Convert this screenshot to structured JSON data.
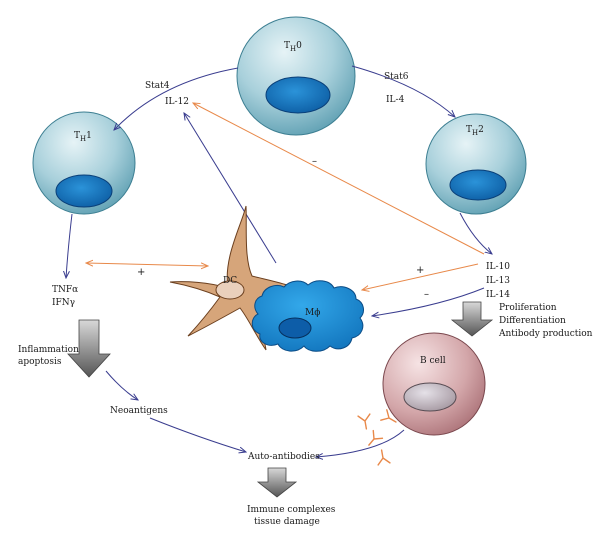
{
  "cells": {
    "th0": {
      "main": "T",
      "sub": "H",
      "suffix": "0"
    },
    "th1": {
      "main": "T",
      "sub": "H",
      "suffix": "1"
    },
    "th2": {
      "main": "T",
      "sub": "H",
      "suffix": "2"
    },
    "dc": "DC",
    "macrophage": "Mϕ",
    "bcell": "B cell"
  },
  "labels": {
    "stat4": "Stat4",
    "il12": "IL-12",
    "stat6": "Stat6",
    "il4": "IL-4",
    "tnf": "TNFα",
    "ifn": "IFNγ",
    "il10": "IL-10",
    "il13": "IL-13",
    "il14": "IL-14",
    "proliferation": "Proliferation",
    "differentiation": "Differentiation",
    "antibody_production": "Antibody production",
    "inflammation": "Inflammation",
    "apoptosis": "apoptosis",
    "neoantigens": "Neoantigens",
    "autoantibodies": "Auto-antibodies",
    "immune_complexes": "Immune complexes",
    "tissue_damage": "tissue damage"
  },
  "signs": {
    "plus_left": "+",
    "plus_right": "+",
    "minus_top": "–",
    "minus_right": "–"
  },
  "colors": {
    "tcell_fill": "#7fb8c8",
    "nucleus": "#1a7bc4",
    "dc": "#d6a57a",
    "macrophage": "#1d8fd6",
    "bcell": "#c9979b",
    "arrow_blue": "#3a3d8f",
    "arrow_orange": "#e8894a"
  }
}
